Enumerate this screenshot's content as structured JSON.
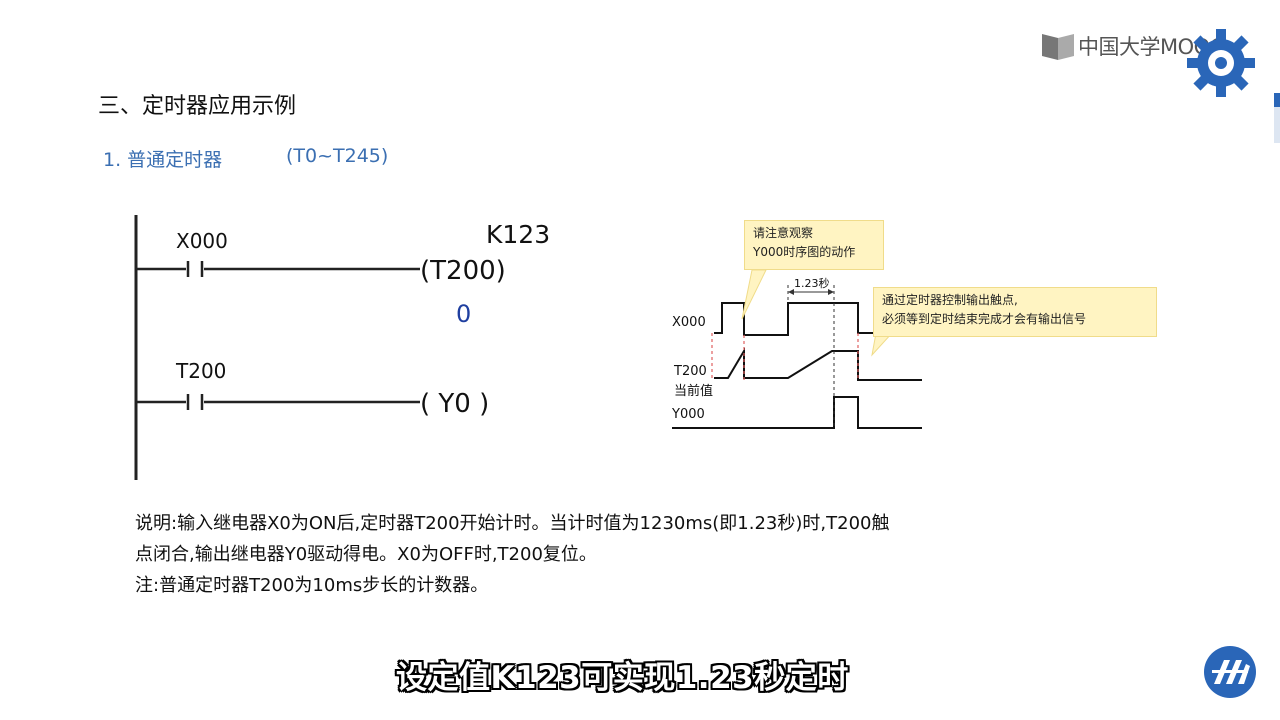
{
  "brand": {
    "logo_text": "中国大学MOOC"
  },
  "slide": {
    "section_title": "三、定时器应用示例",
    "sub_title": "1. 普通定时器",
    "sub_range": "(T0~T245)"
  },
  "ladder": {
    "k_value": "K123",
    "contact1": "X000",
    "coil1": "(T200)",
    "current_value": "0",
    "contact2": "T200",
    "coil2": "( Y0 )"
  },
  "timing": {
    "note1_line1": "请注意观察",
    "note1_line2": "Y000时序图的动作",
    "duration_label": "1.23秒",
    "note2_line1": "通过定时器控制输出触点,",
    "note2_line2": "必须等到定时结束完成才会有输出信号",
    "signal_x000": "X000",
    "signal_t200": "T200",
    "signal_t200_sub": "当前值",
    "signal_y000": "Y000"
  },
  "description": {
    "line1": "说明:输入继电器X0为ON后,定时器T200开始计时。当计时值为1230ms(即1.23秒)时,T200触",
    "line2": "点闭合,输出继电器Y0驱动得电。X0为OFF时,T200复位。",
    "line3": "注:普通定时器T200为10ms步长的计数器。"
  },
  "caption": "设定值K123可实现1.23秒定时",
  "colors": {
    "accent_blue": "#3b6fb2",
    "current_value_blue": "#1f3fa0",
    "note_yellow": "#fff4c2",
    "dash_red": "#e06060"
  }
}
